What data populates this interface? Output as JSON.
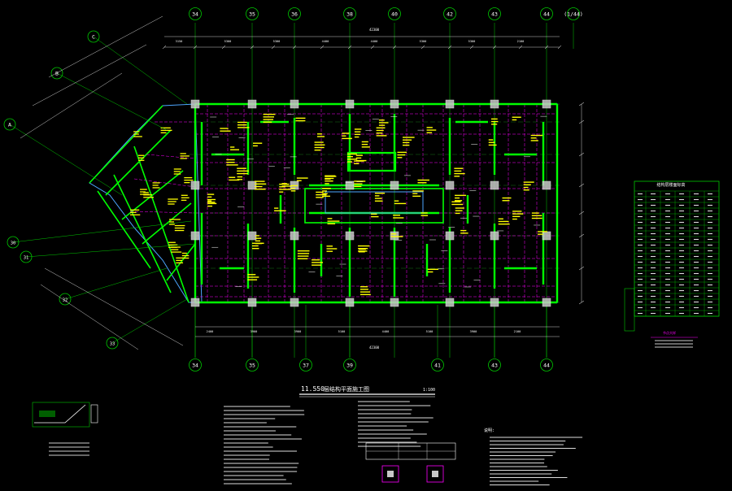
{
  "drawing": {
    "title": "11.550",
    "subtitle": "层结构平面施工图",
    "scale": "1:100"
  },
  "top_axes": [
    "34",
    "35",
    "36",
    "38",
    "40",
    "42",
    "43",
    "44",
    "(1/44)"
  ],
  "bottom_axes": [
    "34",
    "35",
    "37",
    "39",
    "41",
    "43",
    "44"
  ],
  "diagonal_axes": [
    "A",
    "B",
    "C"
  ],
  "left_axes": [
    "30",
    "31",
    "32",
    "33"
  ],
  "top_dimension_total": "42300",
  "bottom_dimension_total": "42300",
  "top_dimensions": [
    "3150",
    "5300",
    "5300",
    "4400",
    "4400",
    "5300",
    "5300",
    "2100"
  ],
  "bottom_dimensions": [
    "2400",
    "3900",
    "3900",
    "5100",
    "4400",
    "5100",
    "3900",
    "2100"
  ],
  "colors": {
    "axis": "#00c800",
    "wall": "#00ff00",
    "beam": "#ff00ff",
    "column_fill": "#c8c8c8",
    "rebar": "#ffff00",
    "dim": "#ffffff",
    "slab": "#4da6ff"
  },
  "schedule": {
    "title": "结构层楼面标高",
    "rows": 22
  },
  "legend_note": "节点大样",
  "notes_heading": "说明:"
}
